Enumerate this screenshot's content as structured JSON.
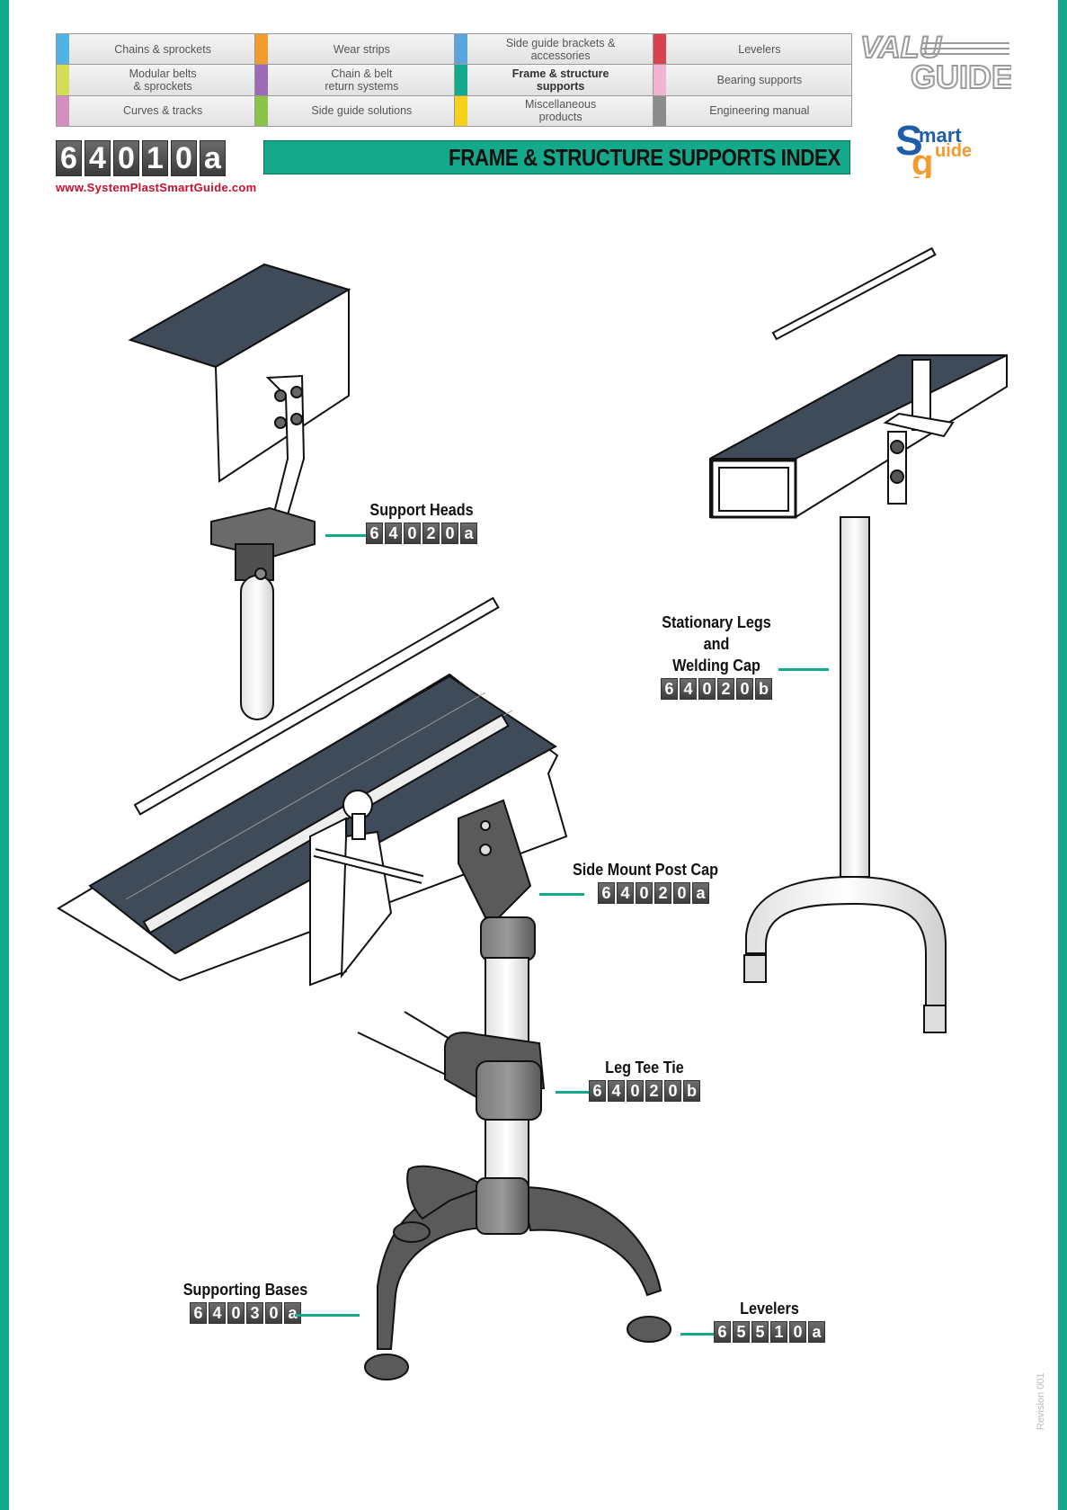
{
  "nav": {
    "cells": [
      {
        "label": "Chains & sprockets",
        "color": "#4fb3e3",
        "active": false
      },
      {
        "label": "Wear strips",
        "color": "#f39b2e",
        "active": false
      },
      {
        "label": "Side guide brackets &\naccessories",
        "color": "#5aa6dc",
        "active": false
      },
      {
        "label": "Levelers",
        "color": "#d9414e",
        "active": false
      },
      {
        "label": "Modular belts\n& sprockets",
        "color": "#d4dd55",
        "active": false
      },
      {
        "label": "Chain & belt\nreturn systems",
        "color": "#9c6bb3",
        "active": false
      },
      {
        "label": "Frame & structure\nsupports",
        "color": "#14a98a",
        "active": true
      },
      {
        "label": "Bearing supports",
        "color": "#efb5d2",
        "active": false
      },
      {
        "label": "Curves & tracks",
        "color": "#d58ec0",
        "active": false
      },
      {
        "label": "Side guide solutions",
        "color": "#8bc34a",
        "active": false
      },
      {
        "label": "Miscellaneous\nproducts",
        "color": "#f6d21a",
        "active": false
      },
      {
        "label": "Engineering manual",
        "color": "#8c8c8c",
        "active": false
      }
    ]
  },
  "logos": {
    "valu_line1": "VALU",
    "valu_line2": "GUIDE",
    "smart_line1": "mart",
    "smart_line2": "uide",
    "smart_s": "S",
    "smart_g": "g"
  },
  "header": {
    "page_code": [
      "6",
      "4",
      "0",
      "1",
      "0",
      "a"
    ],
    "url": "www.SystemPlastSmartGuide.com",
    "title": "FRAME & STRUCTURE SUPPORTS INDEX"
  },
  "callouts": {
    "support_heads": {
      "name": "Support Heads",
      "code": [
        "6",
        "4",
        "0",
        "2",
        "0",
        "a"
      ]
    },
    "stationary_legs": {
      "name": "Stationary Legs and\nWelding Cap",
      "code": [
        "6",
        "4",
        "0",
        "2",
        "0",
        "b"
      ]
    },
    "side_mount": {
      "name": "Side Mount Post Cap",
      "code": [
        "6",
        "4",
        "0",
        "2",
        "0",
        "a"
      ]
    },
    "leg_tee": {
      "name": "Leg Tee Tie",
      "code": [
        "6",
        "4",
        "0",
        "2",
        "0",
        "b"
      ]
    },
    "supporting_bases": {
      "name": "Supporting Bases",
      "code": [
        "6",
        "4",
        "0",
        "3",
        "0",
        "a"
      ]
    },
    "levelers": {
      "name": "Levelers",
      "code": [
        "6",
        "5",
        "5",
        "1",
        "0",
        "a"
      ]
    }
  },
  "footer": {
    "revision": "Revision 001"
  },
  "colors": {
    "accent": "#14a98a",
    "url_red": "#c8102e",
    "belt": "#3f4b58",
    "metal_dark": "#5a5a5a"
  }
}
